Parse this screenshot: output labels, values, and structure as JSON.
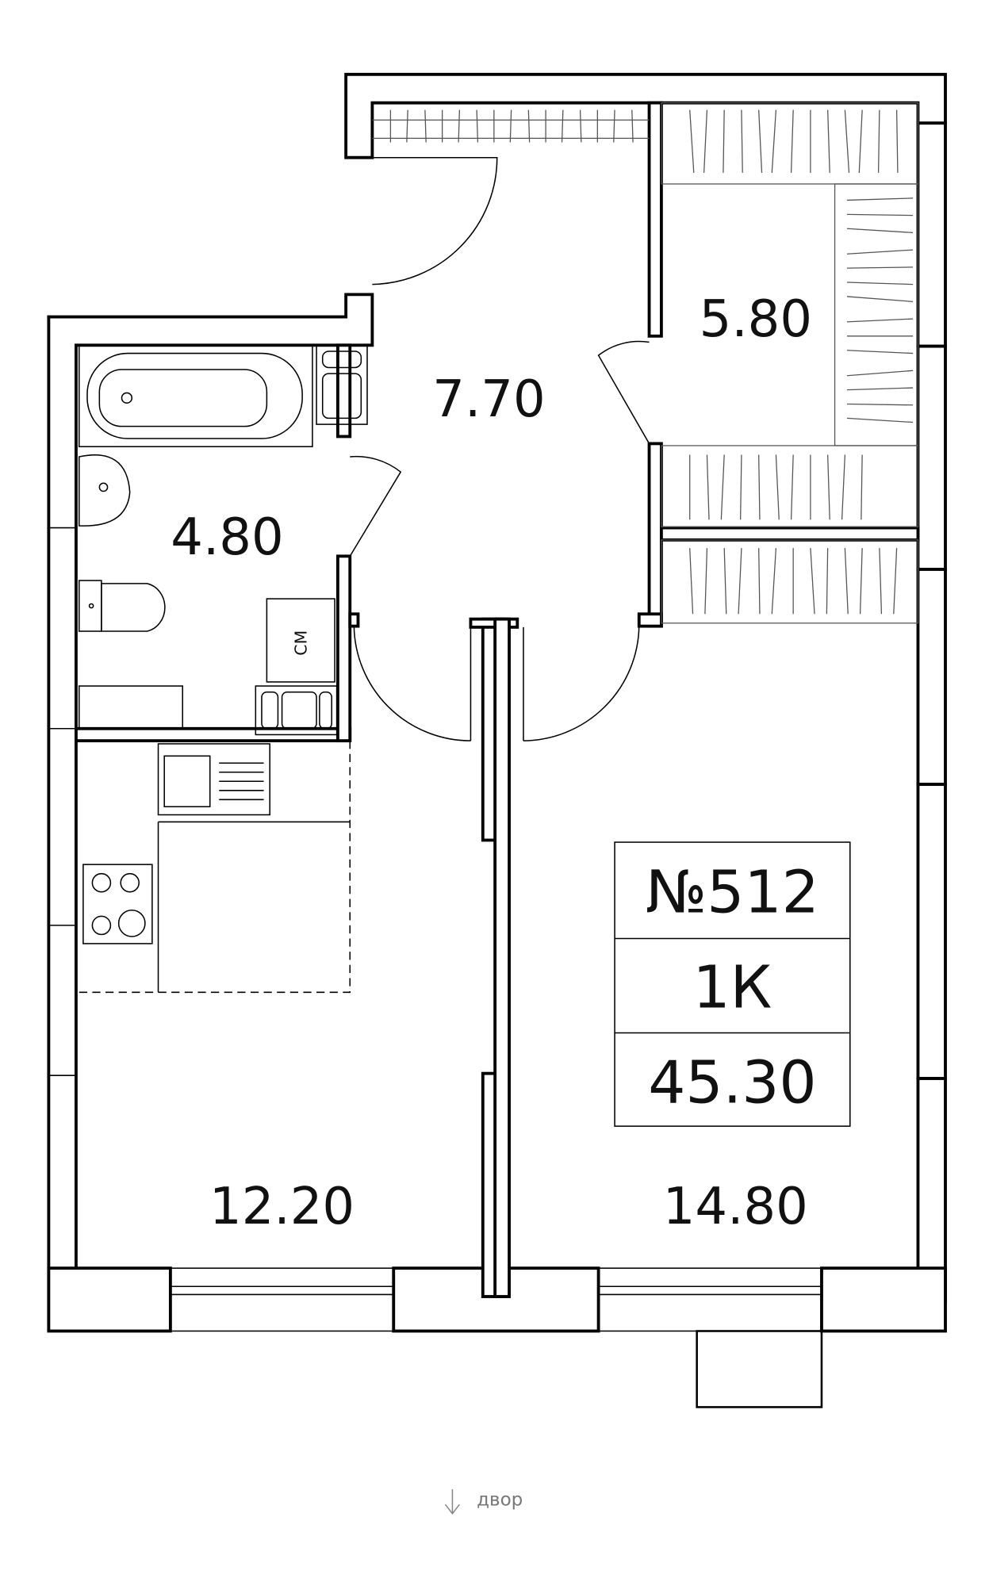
{
  "plan": {
    "rooms": {
      "hall": "7.70",
      "wardrobe": "5.80",
      "bathroom": "4.80",
      "kitchen": "12.20",
      "bedroom": "14.80"
    },
    "washer_label": "СМ",
    "apartment": {
      "number": "№512",
      "type": "1К",
      "total_area": "45.30"
    },
    "orientation": {
      "icon": "arrow-down-icon",
      "label": "двор"
    }
  }
}
